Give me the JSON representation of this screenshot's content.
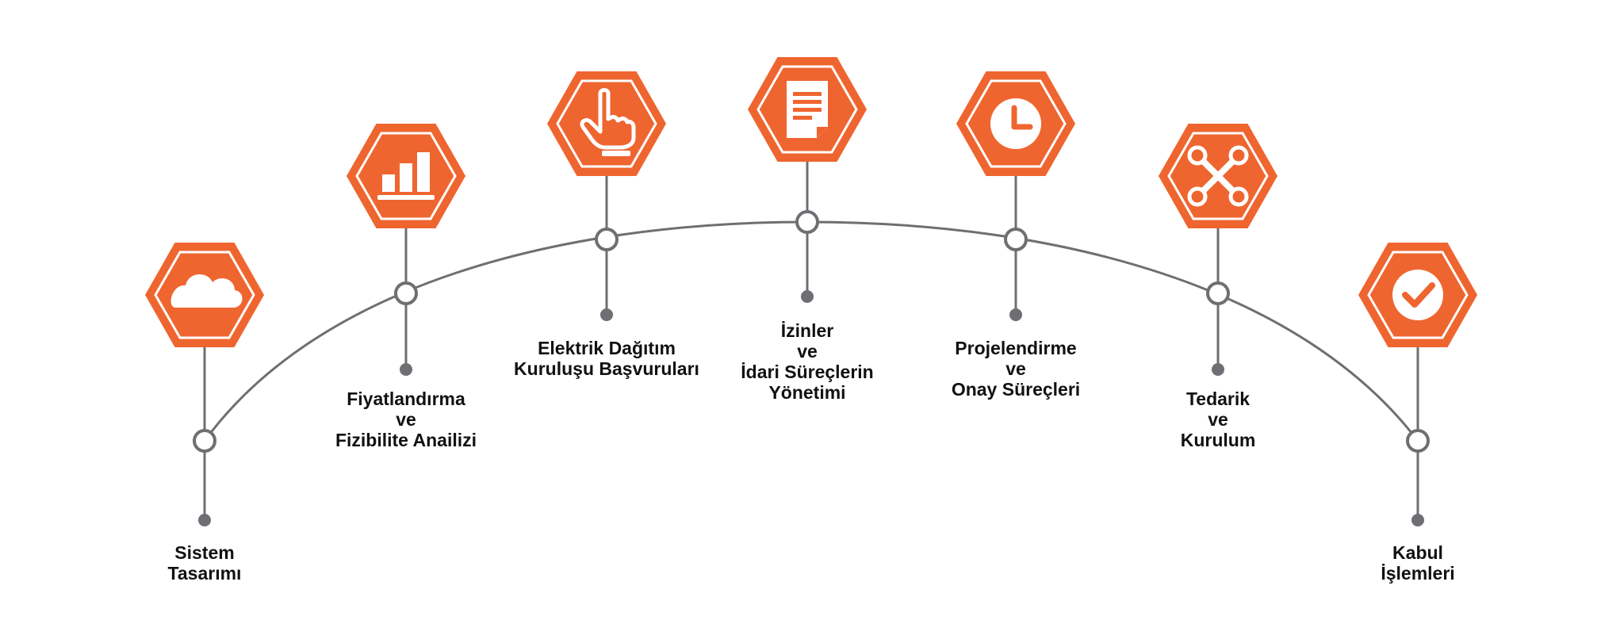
{
  "colors": {
    "accent": "#ef6530",
    "line": "#6e6f72",
    "background": "#ffffff",
    "text": "#111111"
  },
  "steps": [
    {
      "icon": "cloud-icon",
      "label_lines": [
        "Sistem",
        "Tasarımı"
      ]
    },
    {
      "icon": "bar-chart-icon",
      "label_lines": [
        "Fiyatlandırma",
        "ve",
        "Fizibilite Anailizi"
      ]
    },
    {
      "icon": "pointer-hand-icon",
      "label_lines": [
        "Elektrik Dağıtım",
        "Kuruluşu Başvuruları"
      ]
    },
    {
      "icon": "document-icon",
      "label_lines": [
        "İzinler",
        "ve",
        "İdari Süreçlerin",
        "Yönetimi"
      ]
    },
    {
      "icon": "clock-icon",
      "label_lines": [
        "Projelendirme",
        "ve",
        "Onay Süreçleri"
      ]
    },
    {
      "icon": "tools-icon",
      "label_lines": [
        "Tedarik",
        "ve",
        "Kurulum"
      ]
    },
    {
      "icon": "check-icon",
      "label_lines": [
        "Kabul",
        "İşlemleri"
      ]
    }
  ]
}
